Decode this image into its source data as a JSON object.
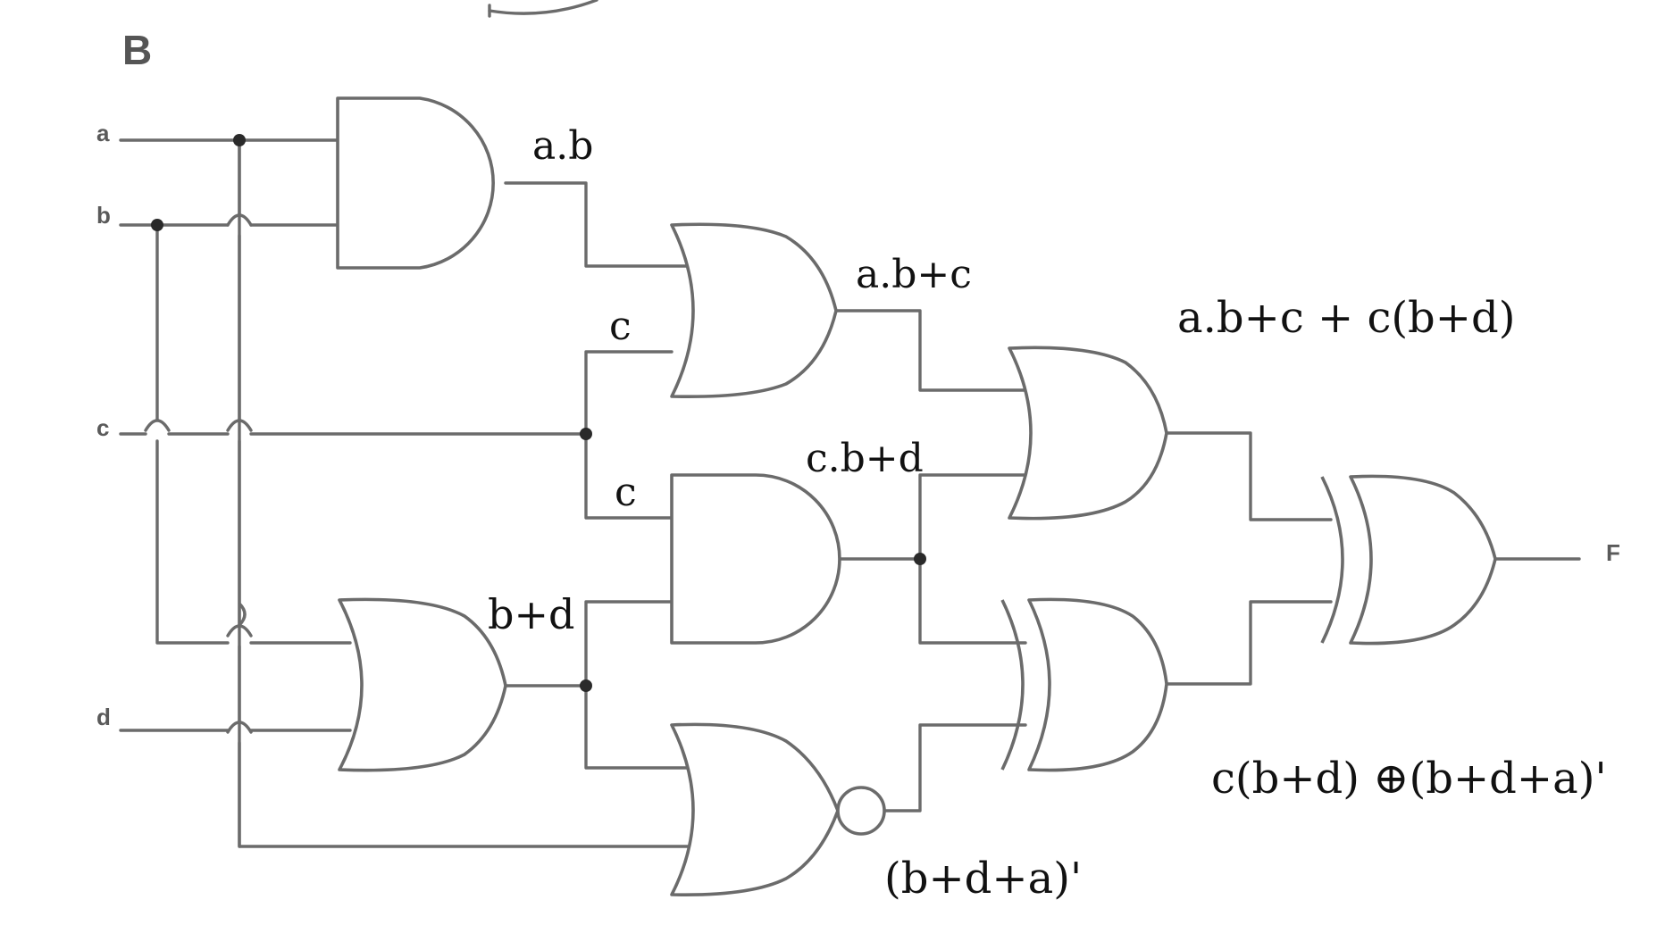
{
  "diagram": {
    "title": "B",
    "inputs": [
      {
        "id": "a",
        "label": "a"
      },
      {
        "id": "b",
        "label": "b"
      },
      {
        "id": "c",
        "label": "c"
      },
      {
        "id": "d",
        "label": "d"
      }
    ],
    "output": {
      "label": "F"
    },
    "gates": [
      {
        "id": "and1",
        "type": "AND",
        "inputs": [
          "a",
          "b"
        ]
      },
      {
        "id": "or1",
        "type": "OR",
        "inputs": [
          "and1",
          "c"
        ]
      },
      {
        "id": "or2",
        "type": "OR",
        "inputs": [
          "b",
          "d"
        ]
      },
      {
        "id": "and2",
        "type": "AND",
        "inputs": [
          "c",
          "or2"
        ]
      },
      {
        "id": "nor1",
        "type": "NOR",
        "inputs": [
          "or2",
          "a"
        ]
      },
      {
        "id": "or3",
        "type": "OR",
        "inputs": [
          "or1",
          "and2"
        ]
      },
      {
        "id": "xor1",
        "type": "XOR",
        "inputs": [
          "and2",
          "nor1"
        ]
      },
      {
        "id": "xor2",
        "type": "XOR",
        "inputs": [
          "or3",
          "xor1"
        ]
      }
    ],
    "annotations": {
      "and1_out": "a.b",
      "or1_out": "a.b+c",
      "c_label_top": "c",
      "c_label_mid": "c",
      "and2_out": "c.b+d",
      "or2_out": "b+d",
      "or3_out": "a.b+c + c(b+d)",
      "xor1_out": "c(b+d) ⊕(b+d+a)'",
      "nor1_out": "(b+d+a)'"
    }
  }
}
